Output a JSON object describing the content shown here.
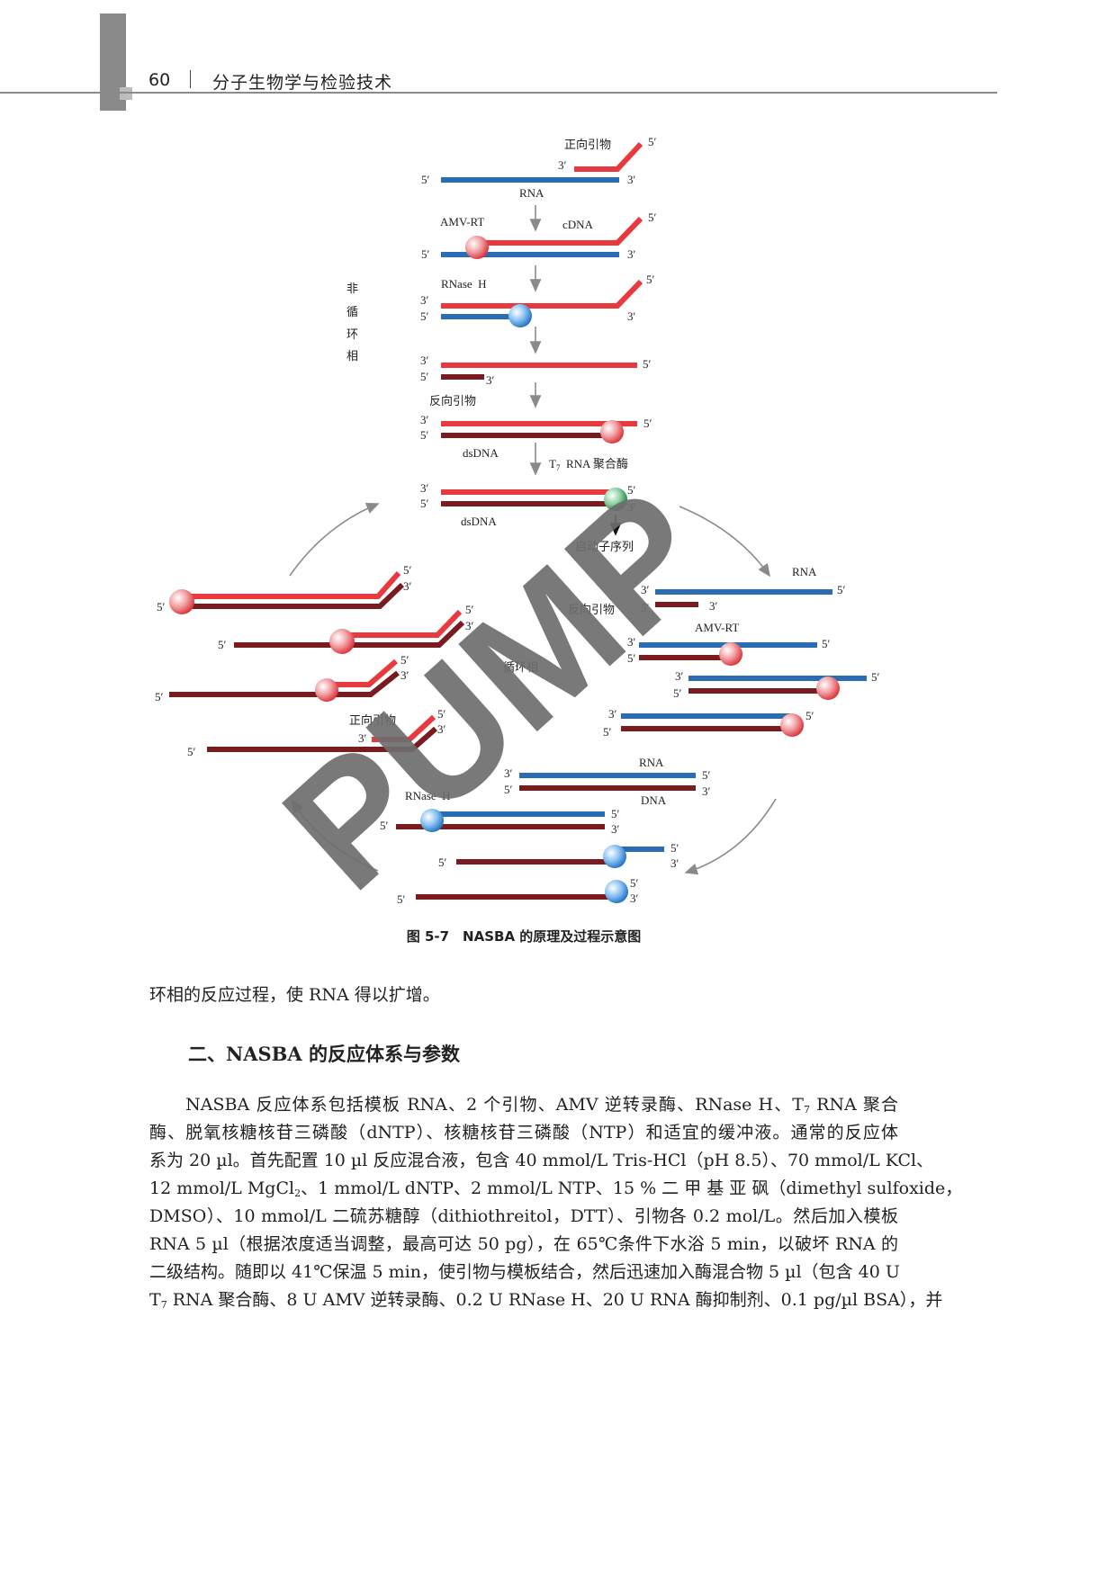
{
  "header": {
    "page_number": "60",
    "book_title": "分子生物学与检验技术"
  },
  "diagram": {
    "p5": "5′",
    "p3": "3′",
    "forward_primer": "正向引物",
    "reverse_primer": "反向引物",
    "rna": "RNA",
    "cdna": "cDNA",
    "dna": "DNA",
    "amv_rt": "AMV-RT",
    "rnase_h": "RNase  H",
    "dsdna": "dsDNA",
    "t7": "T",
    "t7_sub": "7",
    "t7_rest": "  RNA 聚合酶",
    "promoter": "启动子序列",
    "noncyclic": [
      "非",
      "循",
      "环",
      "相"
    ],
    "cyclic": "循环相",
    "colors": {
      "rna": "#2a6db5",
      "cdna": "#e8393e",
      "dna": "#7a1c1f",
      "rt_sphere": "#e8393e",
      "rnase_sphere": "#3a8de0",
      "t7_sphere": "#2e9a52"
    }
  },
  "watermark": "PUMP",
  "caption": "图 5-7　NASBA 的原理及过程示意图",
  "body": {
    "intro": "环相的反应过程，使 RNA 得以扩增。",
    "heading": "二、NASBA 的反应体系与参数",
    "l1a": "　　NASBA 反应体系包括模板 RNA、2 个引物、AMV 逆转录酶、RNase H、T",
    "l1s": "7",
    "l1b": " RNA 聚合",
    "l2": "酶、脱氧核糖核苷三磷酸（dNTP）、核糖核苷三磷酸（NTP）和适宜的缓冲液。通常的反应体",
    "l3": "系为 20 µl。首先配置 10 µl 反应混合液，包含 40 mmol/L Tris-HCl（pH 8.5）、70 mmol/L KCl、",
    "l4a": "12 mmol/L MgCl",
    "l4s": "2",
    "l4b": "、1 mmol/L dNTP、2 mmol/L NTP、15 % 二 甲 基 亚 砜（dimethyl sulfoxide，",
    "l5": "DMSO）、10 mmol/L 二硫苏糖醇（dithiothreitol，DTT）、引物各 0.2 mol/L。然后加入模板",
    "l6": "RNA 5 µl（根据浓度适当调整，最高可达 50 pg），在 65℃条件下水浴 5 min，以破坏 RNA 的",
    "l7": "二级结构。随即以 41℃保温 5 min，使引物与模板结合，然后迅速加入酶混合物 5 µl（包含 40 U",
    "l8a": "T",
    "l8s": "7",
    "l8b": " RNA 聚合酶、8 U AMV 逆转录酶、0.2 U RNase H、20 U RNA 酶抑制剂、0.1 pg/µl BSA），并"
  }
}
